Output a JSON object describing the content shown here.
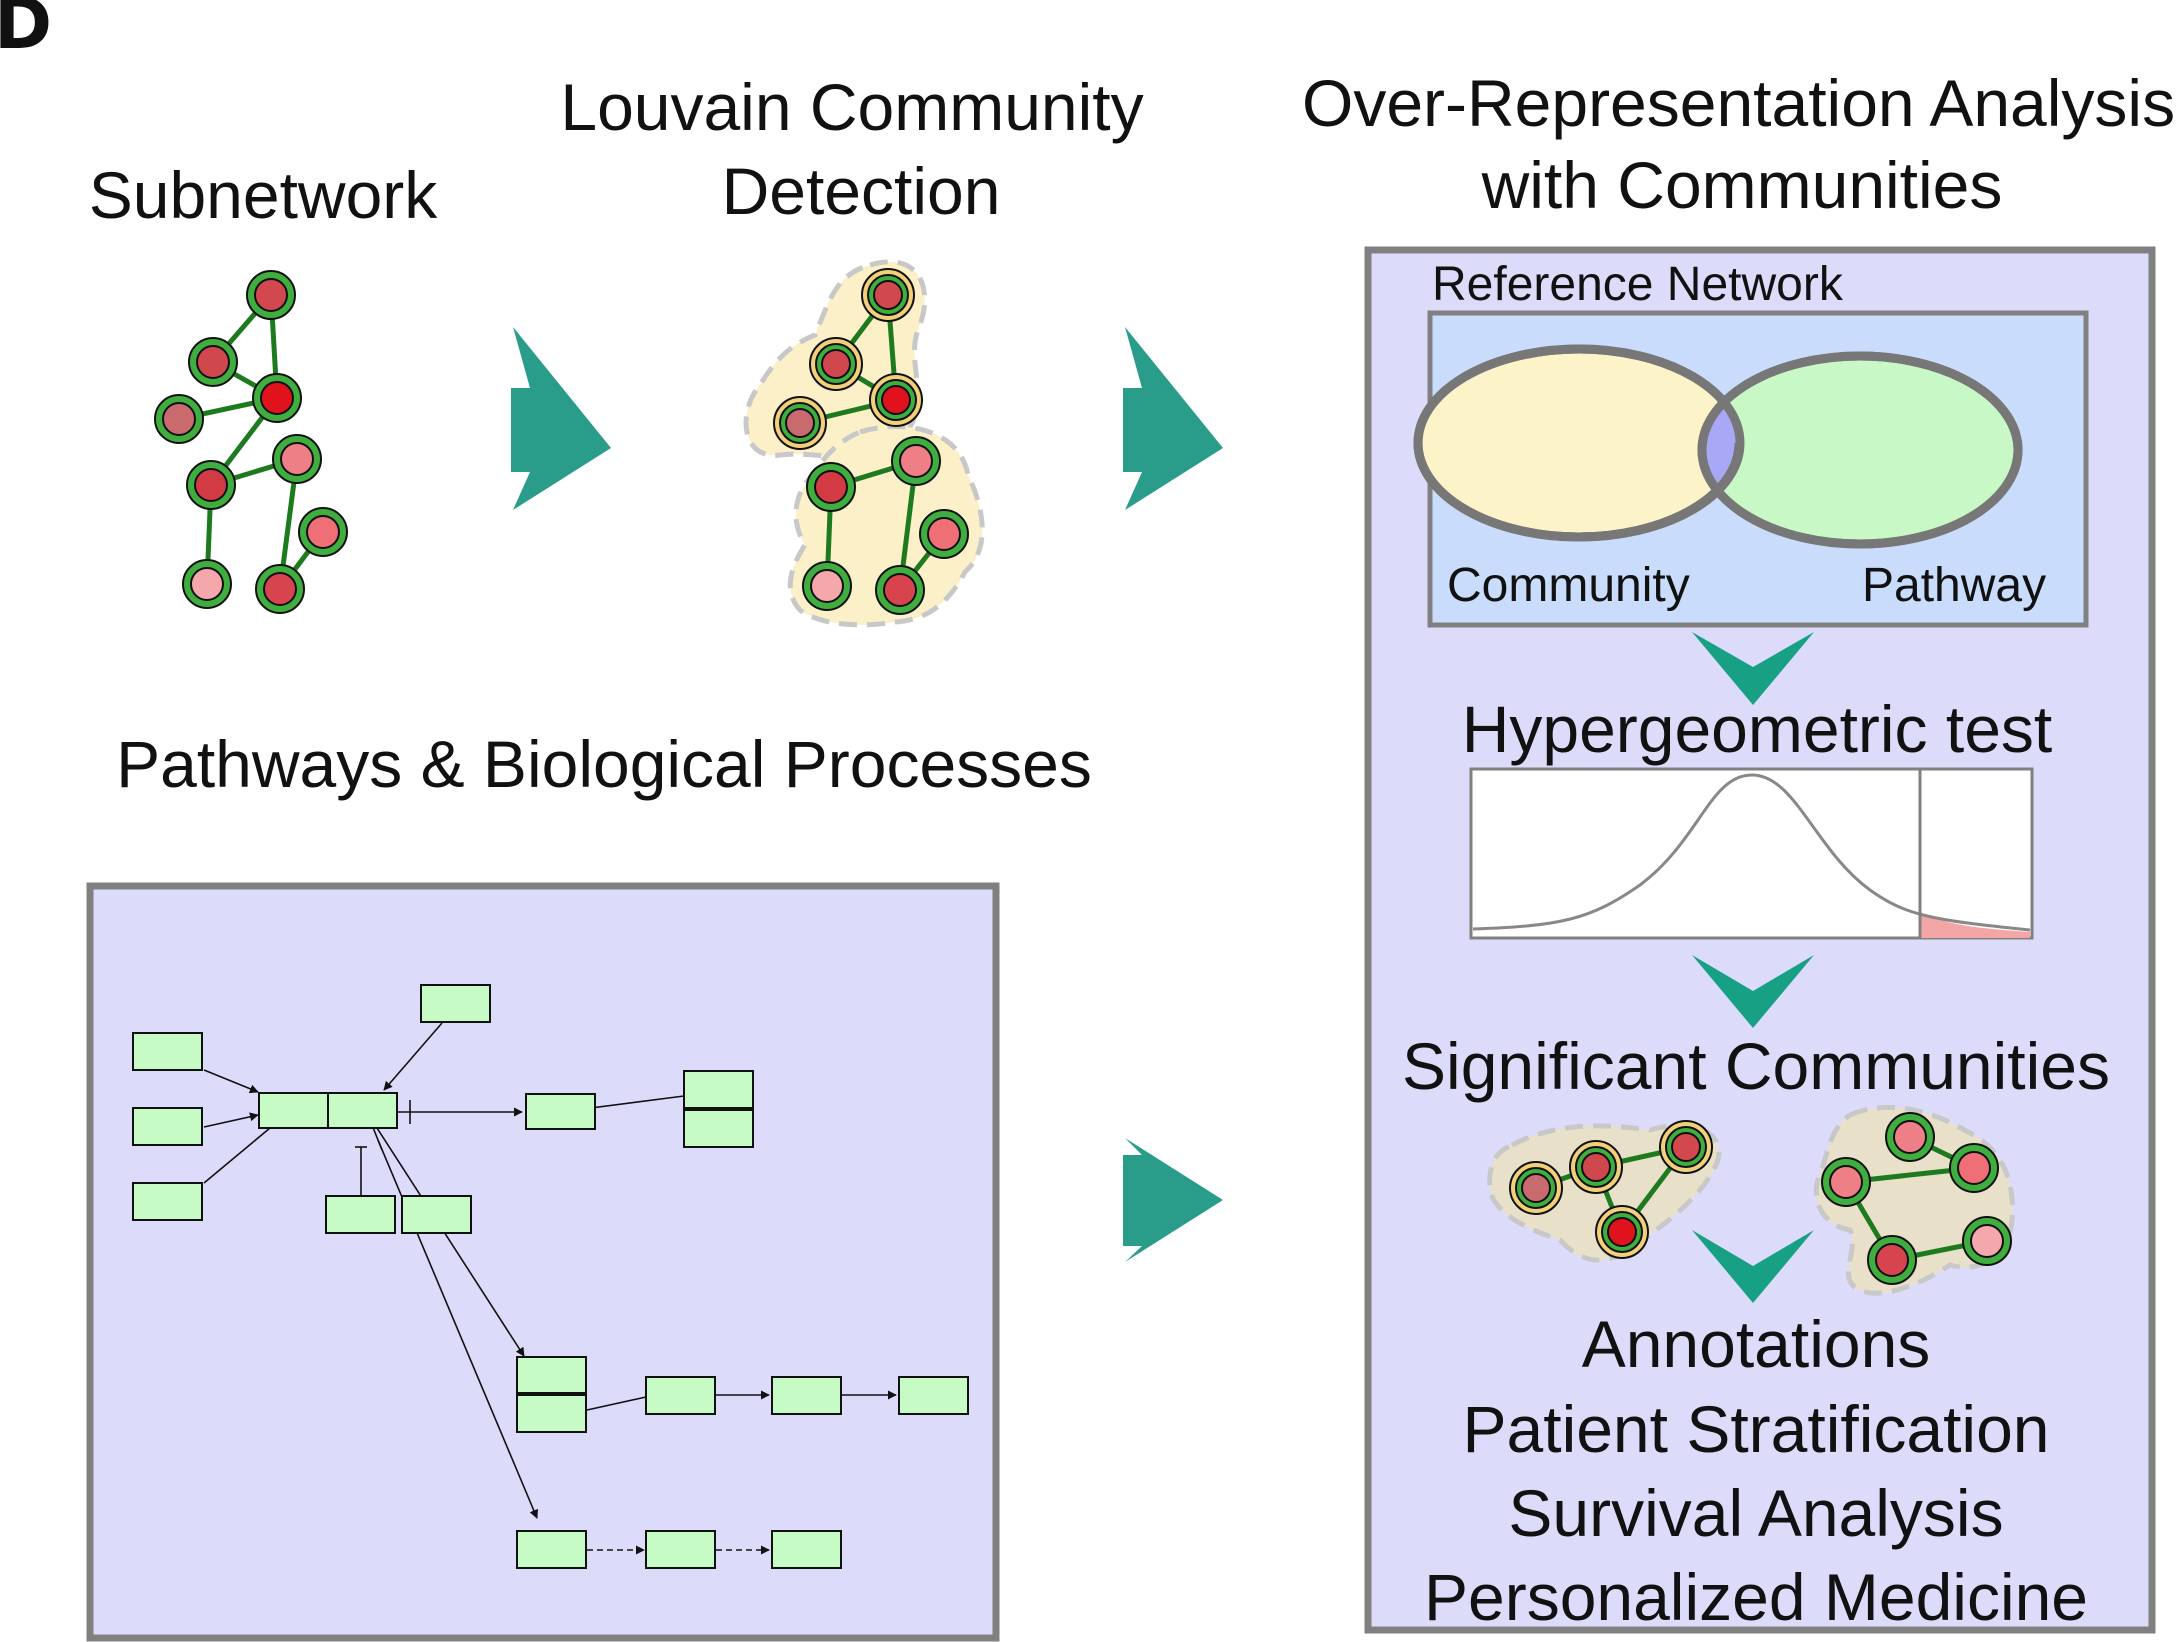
{
  "panel_label": "D",
  "titles": {
    "subnetwork": "Subnetwork",
    "louvain_line1": "Louvain Community",
    "louvain_line2": "Detection",
    "ora_line1": "Over-Representation Analysis",
    "ora_line2": "with Communities",
    "pathways": "Pathways & Biological Processes"
  },
  "ora_panel": {
    "reference_network": "Reference Network",
    "venn_left": "Community",
    "venn_right": "Pathway",
    "test_label": "Hypergeometric test",
    "significant_label": "Significant Communities",
    "outcomes": [
      "Annotations",
      "Patient Stratification",
      "Survival Analysis",
      "Personalized Medicine"
    ]
  },
  "colors": {
    "arrow": "#2a9d8a",
    "panel_fill": "#dcdcfa",
    "panel_border": "#808080",
    "reference_fill": "#c9dcfb",
    "venn_left_fill": "#fdf3c9",
    "venn_right_fill": "#c7f8c5",
    "venn_overlap_fill": "#a8a8f7",
    "community_blob": "#fbf0c8",
    "significant_blob": "#e8e0c8",
    "node_ring": "#2e9a2e",
    "edge": "#1e7a1e",
    "pathway_box": "#c6fbc6",
    "tail_fill": "#f4a5a5"
  },
  "icons": [
    "right-arrow-icon",
    "down-arrow-icon"
  ]
}
